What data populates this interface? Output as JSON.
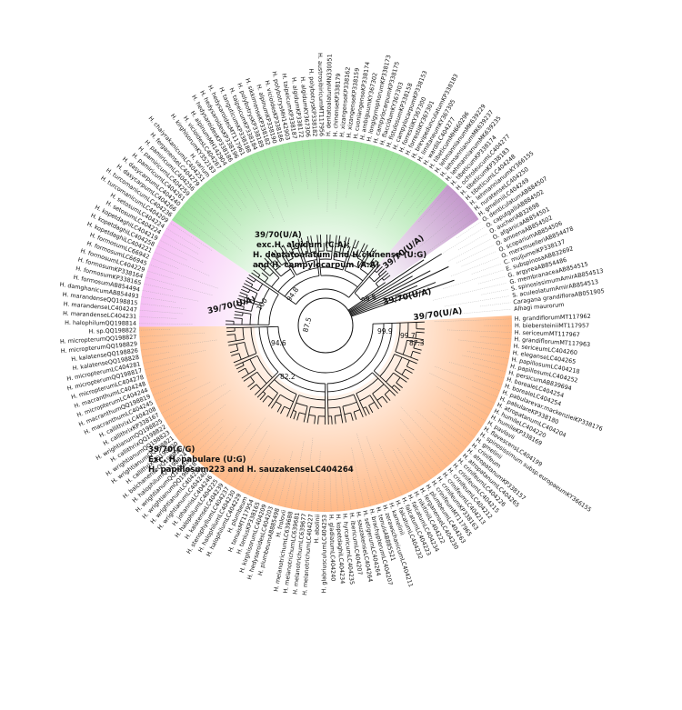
{
  "colors": {
    "green": "#22bb22",
    "purple": "#7a1a8c",
    "pink": "#ea6ee8",
    "orange": "#ff6a00"
  },
  "annotations": {
    "green_1": "39/70(U/A)",
    "green_2": "exc.H. algidum (C:A);",
    "green_3": "H. dentatoalatum and H.chinense (U:G)",
    "green_4": "and H. campylocarpum (A:A)",
    "purple_1": "39/70(U/A)",
    "purple_2": "39/70(U/A)",
    "pink_1": "39/70(U/A)",
    "white_1": "39/70(U/A)",
    "orange_1": "39/70(C/G)",
    "orange_2": "Exc. H. pabulare (U:G)",
    "orange_3": "H. papillosum223 and H. sauzakenseLC404264"
  },
  "bootstrap": [
    "99.8",
    "99.9",
    "99.7",
    "87.3",
    "87.5",
    "94.6",
    "82.2",
    "94.8",
    "100"
  ],
  "tip_labels": [
    "H. grandiflorumMT117962",
    "H. biebersteiniiMT117957",
    "H. sericeumMT117967",
    "H. grandiflorumMT117963",
    "H. sericeumLC404260",
    "H. eleganseLC404265",
    "H. papillosumLC404218",
    "H. papillosumLC404252",
    "H. persicumAB839694",
    "H. borealeLC404254",
    "H. borealeLC404254",
    "H. pabularevar.mackenzieiKP338176",
    "H. pabulareKP338180",
    "H. atropatanumLC404204",
    "H. humileLC404220",
    "H. humileKP338169",
    "H. pavlovii",
    "H. flavescensLC404199",
    "H. spinosissimum subsp.europaeumKY366155",
    "H. gmelinii",
    "H. crinifeum",
    "H. atropatanumKP338157",
    "H. atropatanumLC404265",
    "H. crinifeumLC404226",
    "H. crinifeumLC404215",
    "H. crinifeumLC404212",
    "H. crinifeumLC404213",
    "H. crinifeumKP338163",
    "H. crinifeumMT117965",
    "H. plumbeumLC404263",
    "H. ferganenseLC404230",
    "H. nikitiniiLC404222",
    "H. falcatumLC404234",
    "H. falcatumLC404223",
    "H. falcatumLC404232",
    "H. kamelinii",
    "H. zerawschanicumLC404211",
    "H. tenuisAB885521",
    "H. brachypterumLC404207",
    "H. setigerumLC404264",
    "H. sauzakenseLC404264",
    "H. ibericumLC404207",
    "H. hyrcanicumLC404235",
    "H. kopetdaghiLC404234",
    "H. gladiatumLC404240",
    "H. glabriusculumLC404253",
    "H. abolinii",
    "H. melanotrichumLC404227",
    "H. melanotrichumLC639677",
    "H. melanotrichumLC639681",
    "H. melanotrichumLC639688",
    "H. frolovii",
    "H. plumbeumAB885498",
    "H. hedysaroidesLC404203",
    "H. kirghisorumLC404209",
    "H. teniusKP338165",
    "H. tenuisMT117954",
    "H. plumbeum",
    "H. halophilumLC404229",
    "H. halophilumLC404230",
    "H. stenophyllumLC404237",
    "H. kalatenseLC404239",
    "H. halophilumLC404225",
    "H. johannisLC404246",
    "H. wrightianumLC404240",
    "H. wrightianumLC404250",
    "H. wrightianumQQ198818",
    "H. wrightianumQQ198826",
    "H. halophilumQQ198824",
    "H. balchanenseQQ198816",
    "H. callithrixQQ198820",
    "H. wrightianumQQ198821",
    "H. wrightianumQQ198823",
    "H. callithrixQQ198822",
    "H. wrightianumQQ198825",
    "H. callithrixKP338167",
    "H. callithrixLC404208",
    "H. macranthumLC404245",
    "H. macranthumQQ198819",
    "H. micropterumLC404244",
    "H. macranthumLC404248",
    "H. micropterumLC404278",
    "H. micropterumQQ198817",
    "H. micropterumLC404281",
    "H. kalatenseQQ198828",
    "H. kalatenseQQ198826",
    "H. micropterumQQ198829",
    "H. micropterumQQ198827",
    "H. sp.QQ198822",
    "H. halophilumQQ198814",
    "H. marandenseLC404231",
    "H. marandenseLC404247",
    "H. marandenseQQ198815",
    "H. damghanicumAB854493",
    "H. formosumAB854494",
    "H. formosumKP338165",
    "H. formosumKP338164",
    "H. formosumLC404229",
    "H. formosumLC66945",
    "H. formosumLC66942",
    "H. kopetdaghiLC404221",
    "H. kopetdaghiLC404258",
    "H. kopetdaghiLC404219",
    "H. setosumLC404224",
    "H. setosumLC404224",
    "H. turcomanicumLC404209",
    "H. turcomanicumLC404236",
    "H. dasycarpumLC404266",
    "H. dasycarpumLC404240",
    "H. pamiricumLC404261",
    "H. pamiricumLC404259",
    "H. pamiricumLC404256",
    "H. ferganenseLC404279",
    "H. chaiyrakanicumLC404251",
    "H. varium",
    "H. kirghisorumKY352183",
    "H. vicioidesLC404267",
    "H. alpinumMH142904",
    "H. hedysaroidesKP338186",
    "H. hedysaroidesKP338196",
    "H. hedysaroidesMT117961",
    "H. tanguticumKP338188",
    "H. taipeicumKP338184",
    "H. polybotrysKP338189",
    "H. sikkimenseKP338182",
    "H. alpinumKP338190",
    "H. vicioidesKP338186",
    "H. polybotrysMH142903",
    "H. taipeicumKP338187",
    "H. algidumKP338172",
    "H. algidumKY367306",
    "H. polybotrysKP338182",
    "H. austrosibiricumMT117956",
    "H. dentatoalatumMN330051",
    "H. chinenseKP338179",
    "H. xizangenseKP338162",
    "H. xizangenseKP338159",
    "H. cuoniangenseKP338174",
    "H. ambiguumKY367302",
    "H. longigynophorumKP338173",
    "H. campylocarpumKP338175",
    "H. flaccidumKY367303",
    "H. fistulosumKP338158",
    "H. campylocarpumKP338153",
    "H. forrestiiKY367300",
    "H. forrestiiKY367301",
    "H. brevipedunculatumKP338183",
    "H. limitaneumKY367305",
    "H. wardiiLC404277",
    "H. tibeticumMH660296",
    "H. lehmannianumMK639229",
    "H. lehmannianumMK639237",
    "H. lehmannianumMK639235",
    "H. tibeticumKP338174",
    "H. ochroleucumLC404277",
    "H. tibeticumKP338183",
    "H. tibeticumLC404248",
    "H. lehmannianumKY366155",
    "H. nuratenseLC404250",
    "H. gmeliniiLC404249",
    "O. denticulatumAB884507",
    "O. caputgalliAB884502",
    "O. aucheriAB32698",
    "O. afganicaAB854501",
    "O. amoenaAB854502",
    "O. scopariumAB854506",
    "O. merxmuelleriAB854478",
    "C. muljumeiKP338137",
    "E. subspinosaAB832692",
    "G. argyreaAB854486",
    "G. membranaceaAB854515",
    "S. spinosissimumAmirAB854513",
    "S. aculeolatumAmirAB854513",
    "Caragana grandifloraAB051905",
    "Alhagi maurorum"
  ]
}
